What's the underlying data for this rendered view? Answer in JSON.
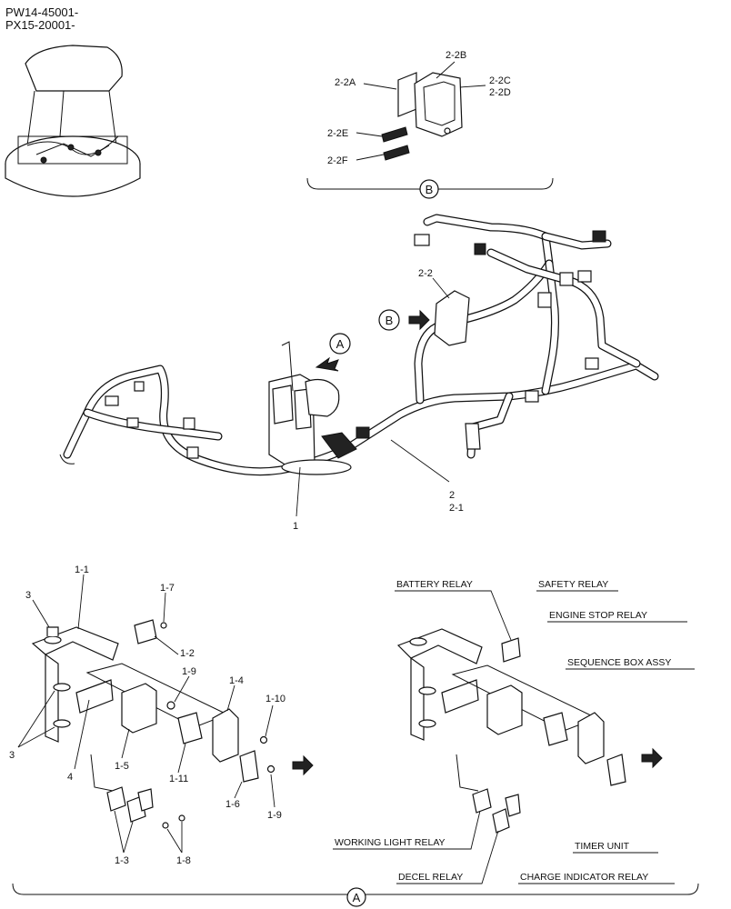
{
  "header": {
    "serial_1": "PW14-45001-",
    "serial_2": "PX15-20001-"
  },
  "detail_b": {
    "marker": "B",
    "labels": [
      "2-2A",
      "2-2B",
      "2-2C",
      "2-2D",
      "2-2E",
      "2-2F"
    ]
  },
  "main_view": {
    "marker_a": "A",
    "marker_b": "B",
    "labels": {
      "harness_bracket": "2-2",
      "harness_main": "2",
      "harness_sub": "2-1",
      "relay_bracket": "1"
    }
  },
  "detail_a_left": {
    "labels": [
      "1-1",
      "1-7",
      "3",
      "1-2",
      "1-9",
      "1-4",
      "1-10",
      "3",
      "4",
      "1-5",
      "1-11",
      "1-6",
      "1-9",
      "1-3",
      "1-8"
    ]
  },
  "detail_a_right": {
    "labels": {
      "battery_relay": "BATTERY RELAY",
      "safety_relay": "SAFETY RELAY",
      "engine_stop_relay": "ENGINE STOP RELAY",
      "sequence_box": "SEQUENCE BOX ASSY",
      "timer_unit": "TIMER UNIT",
      "working_light_relay": "WORKING LIGHT RELAY",
      "decel_relay": "DECEL RELAY",
      "charge_indicator_relay": "CHARGE INDICATOR RELAY"
    }
  },
  "footer": {
    "marker": "A"
  }
}
